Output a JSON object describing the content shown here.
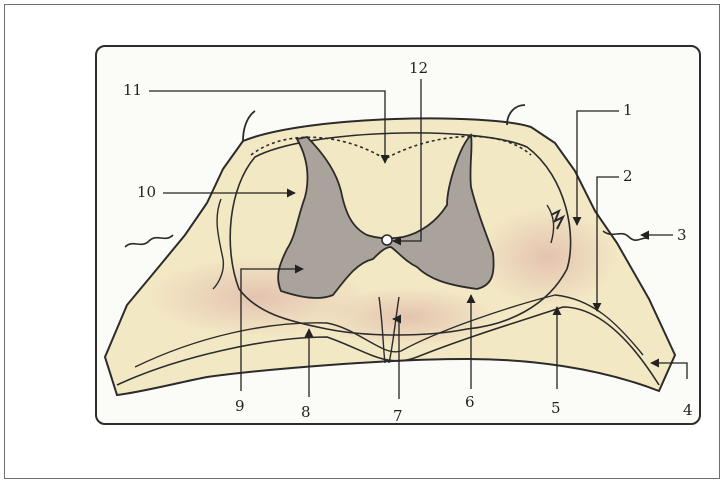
{
  "colors": {
    "outline": "#2b2b2b",
    "white_matter": "#f3e8c4",
    "white_matter_shade": "#e8c9b4",
    "grey_matter": "#a9a39b",
    "background": "#fbfbf8",
    "frame": "#6f6f6f"
  },
  "labels": {
    "n1": "1",
    "n2": "2",
    "n3": "3",
    "n4": "4",
    "n5": "5",
    "n6": "6",
    "n7": "7",
    "n8": "8",
    "n9": "9",
    "n10": "10",
    "n11": "11",
    "n12": "12"
  }
}
